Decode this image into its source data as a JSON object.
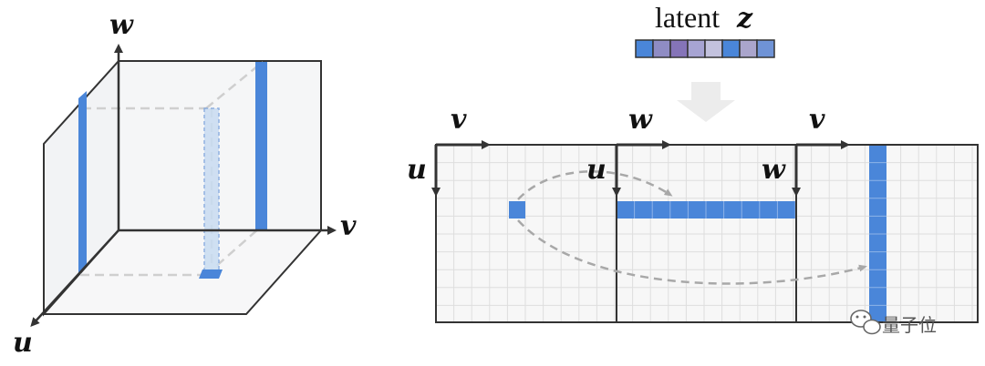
{
  "axes": {
    "u": "u",
    "v": "v",
    "w": "w"
  },
  "latent": {
    "label": "latent",
    "symbol": "z"
  },
  "latent_colors": [
    "#4a86d9",
    "#8f8cc4",
    "#8574b8",
    "#a7a4d3",
    "#c3c2de",
    "#4a86d9",
    "#aaa5cc",
    "#6f93d6"
  ],
  "colors": {
    "accent": "#4a86d9",
    "accent_light": "#c9dcf2",
    "grid": "#e2e2e2",
    "frame": "#333333",
    "dash": "#b0b0b0"
  },
  "grids": [
    {
      "top_axis": "v",
      "side_axis": "u"
    },
    {
      "top_axis": "w",
      "side_axis": "u"
    },
    {
      "top_axis": "v",
      "side_axis": "w"
    }
  ],
  "watermark": {
    "text": "量子位",
    "icon": "wechat-icon"
  }
}
